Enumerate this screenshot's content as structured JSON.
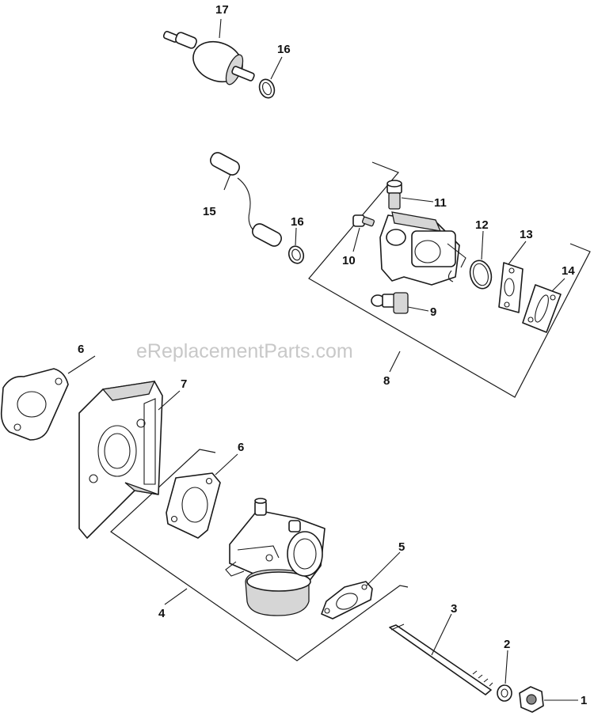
{
  "watermark": "eReplacementParts.com",
  "callouts": {
    "c1": "1",
    "c2": "2",
    "c3": "3",
    "c4": "4",
    "c5": "5",
    "c6a": "6",
    "c6b": "6",
    "c7": "7",
    "c8": "8",
    "c9": "9",
    "c10": "10",
    "c11": "11",
    "c12": "12",
    "c13": "13",
    "c14": "14",
    "c15": "15",
    "c16a": "16",
    "c16b": "16",
    "c17": "17"
  }
}
